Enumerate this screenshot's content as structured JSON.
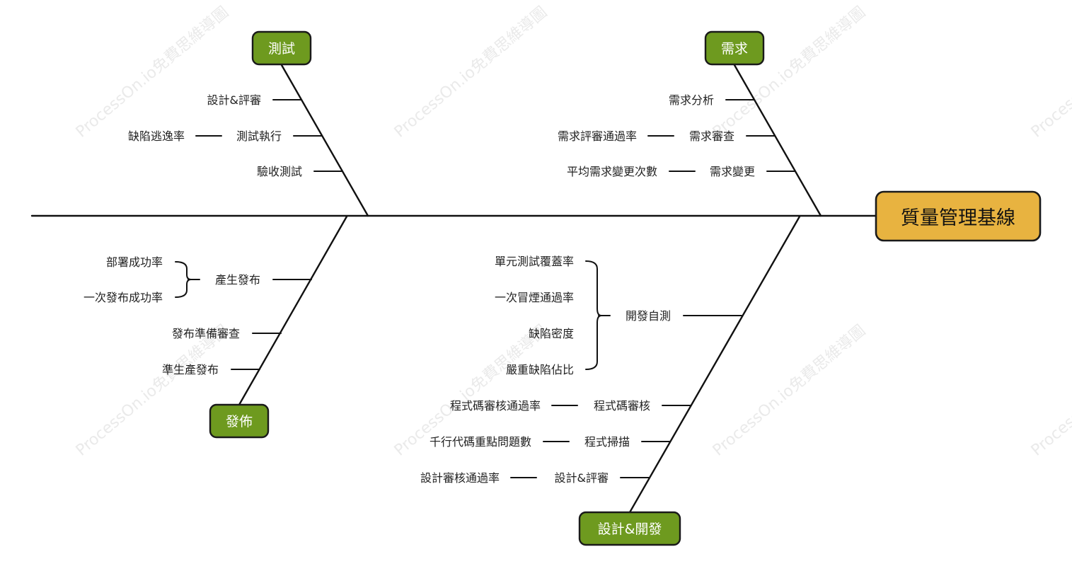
{
  "head": {
    "label": "質量管理基線",
    "color": "#e8b340"
  },
  "category_color": "#6e9a1f",
  "categories": {
    "test": {
      "label": "測試",
      "items": [
        {
          "label": "設計&評審"
        },
        {
          "label": "測試執行",
          "metric": "缺陷逃逸率"
        },
        {
          "label": "驗收測試"
        }
      ]
    },
    "requirement": {
      "label": "需求",
      "items": [
        {
          "label": "需求分析"
        },
        {
          "label": "需求審查",
          "metric": "需求評審通過率"
        },
        {
          "label": "需求變更",
          "metric": "平均需求變更次數"
        }
      ]
    },
    "release": {
      "label": "發佈",
      "items": [
        {
          "label": "產生發布",
          "metrics": [
            "部署成功率",
            "一次發布成功率"
          ]
        },
        {
          "label": "發布準備審查"
        },
        {
          "label": "準生產發布"
        }
      ]
    },
    "design": {
      "label": "設計&開發",
      "items": [
        {
          "label": "開發自測",
          "metrics": [
            "單元測試覆蓋率",
            "一次冒煙通過率",
            "缺陷密度",
            "嚴重缺陷佔比"
          ]
        },
        {
          "label": "程式碼審核",
          "metric": "程式碼審核通過率"
        },
        {
          "label": "程式掃描",
          "metric": "千行代碼重點問題數"
        },
        {
          "label": "設計&評審",
          "metric": "設計審核通過率"
        }
      ]
    }
  },
  "watermark": "ProcessOn.io免費思維導圖"
}
